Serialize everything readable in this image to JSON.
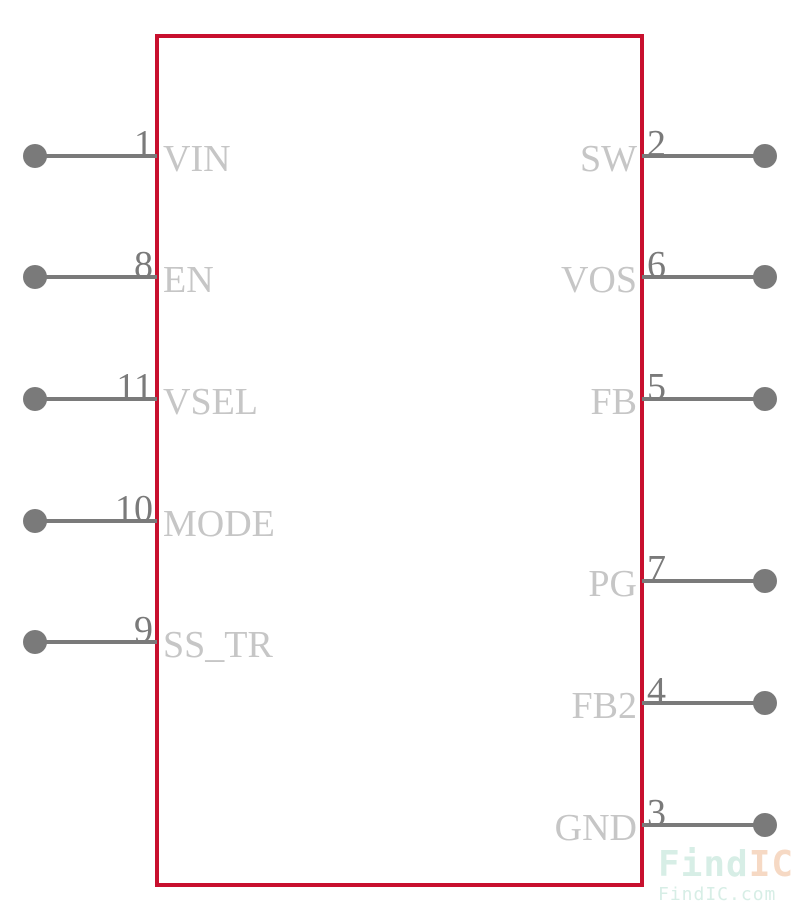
{
  "component": {
    "body_color": "#c8102e",
    "pin_color": "#7a7a7a",
    "label_color": "#c6c6c6"
  },
  "pins_left": [
    {
      "number": "1",
      "name": "VIN"
    },
    {
      "number": "8",
      "name": "EN"
    },
    {
      "number": "11",
      "name": "VSEL"
    },
    {
      "number": "10",
      "name": "MODE"
    },
    {
      "number": "9",
      "name": "SS_TR"
    }
  ],
  "pins_right": [
    {
      "number": "2",
      "name": "SW"
    },
    {
      "number": "6",
      "name": "VOS"
    },
    {
      "number": "5",
      "name": "FB"
    },
    {
      "number": "7",
      "name": "PG"
    },
    {
      "number": "4",
      "name": "FB2"
    },
    {
      "number": "3",
      "name": "GND"
    }
  ],
  "watermark": {
    "main_prefix": "Find",
    "main_suffix": "IC",
    "sub": "FindIC.com",
    "main_color": "#d7eee6",
    "accent_color": "#f6d9c4"
  }
}
